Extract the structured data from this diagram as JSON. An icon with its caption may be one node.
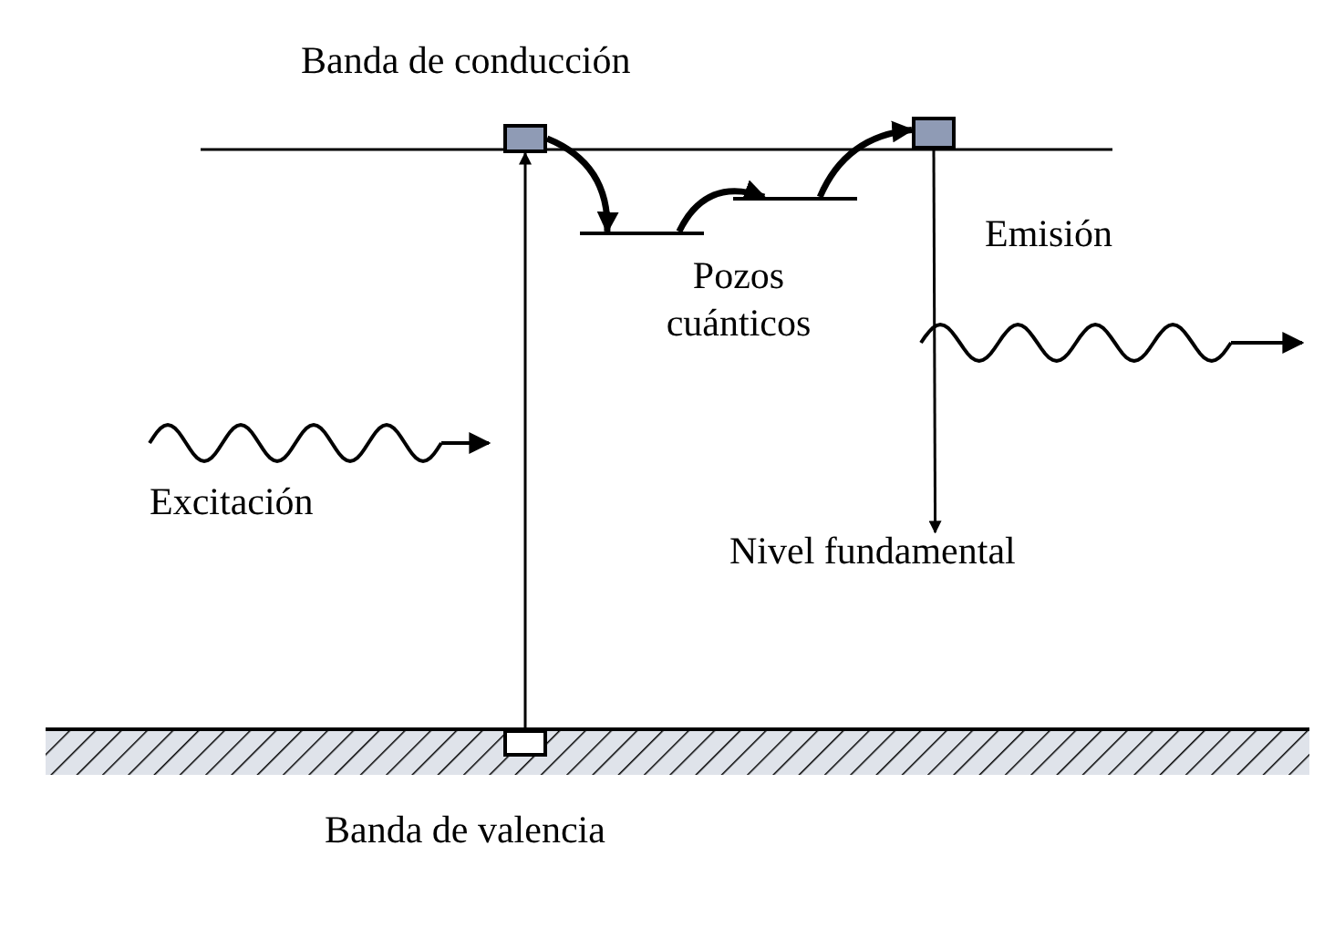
{
  "diagram": {
    "nodes": [
      {
        "text": [],
        "shape": "box"
      },
      {
        "text": [],
        "shape": "box"
      },
      {
        "text": [],
        "shape": "bar"
      },
      {
        "text": [],
        "shape": "bar"
      },
      {
        "text": [],
        "shape": "box"
      },
      {
        "text": [
          "Nivel fundamental"
        ]
      }
    ],
    "edges": [
      {
        "from": 0,
        "to": 1,
        "arrow": "to"
      },
      {
        "from": 1,
        "to": 2,
        "arrow": "to"
      },
      {
        "from": 2,
        "to": 3,
        "arrow": "to"
      },
      {
        "from": 3,
        "to": 4,
        "arrow": "to"
      },
      {
        "from": 4,
        "to": 5,
        "arrow": "to"
      }
    ],
    "labels": [
      "Banda de conducción",
      "Pozos cuánticos",
      "Emisión",
      "Excitación",
      "Banda de valencia"
    ]
  }
}
